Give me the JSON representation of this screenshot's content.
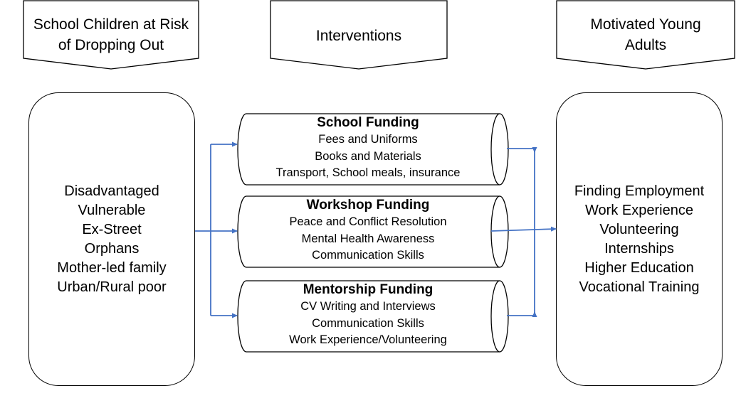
{
  "headers": {
    "left": [
      "School Children at Risk",
      "of Dropping Out"
    ],
    "middle": [
      "Interventions"
    ],
    "right": [
      "Motivated Young",
      "Adults"
    ]
  },
  "left_panel": {
    "items": [
      "Disadvantaged",
      "Vulnerable",
      "Ex-Street",
      "Orphans",
      "Mother-led family",
      "Urban/Rural poor"
    ]
  },
  "interventions": [
    {
      "title": "School Funding",
      "items": [
        "Fees and Uniforms",
        "Books and Materials",
        "Transport, School meals, insurance"
      ]
    },
    {
      "title": "Workshop Funding",
      "items": [
        "Peace and Conflict Resolution",
        "Mental Health Awareness",
        "Communication Skills"
      ]
    },
    {
      "title": "Mentorship Funding",
      "items": [
        "CV Writing and Interviews",
        "Communication Skills",
        "Work Experience/Volunteering"
      ]
    }
  ],
  "right_panel": {
    "items": [
      "Finding Employment",
      "Work Experience",
      "Volunteering",
      "Internships",
      "Higher Education",
      "Vocational Training"
    ]
  },
  "colors": {
    "connector": "#4472c4",
    "outline": "#000000"
  }
}
